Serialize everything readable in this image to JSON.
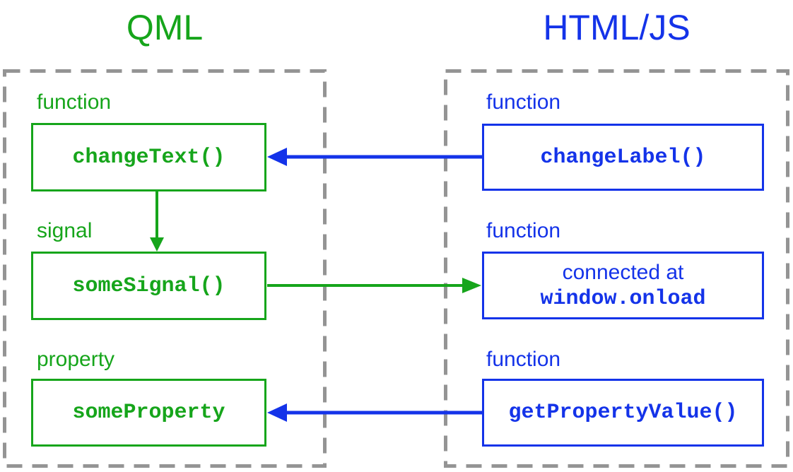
{
  "colors": {
    "green": "#16A51B",
    "blue": "#1433E9",
    "dash_gray": "#949494",
    "background": "#FFFFFF",
    "box_fill": "#FFFFFF"
  },
  "columns": {
    "qml": {
      "title": "QML",
      "rows": [
        {
          "label": "function",
          "box": "changeText()"
        },
        {
          "label": "signal",
          "box": "someSignal()"
        },
        {
          "label": "property",
          "box": "someProperty"
        }
      ]
    },
    "htmljs": {
      "title": "HTML/JS",
      "rows": [
        {
          "label": "function",
          "box": "changeLabel()"
        },
        {
          "label": "function",
          "box_line1": "connected at",
          "box_line2": "window.onload"
        },
        {
          "label": "function",
          "box": "getPropertyValue()"
        }
      ]
    }
  },
  "arrows": [
    {
      "from": "changeLabel()",
      "to": "changeText()",
      "color": "blue",
      "direction": "right-to-left"
    },
    {
      "from": "changeText()",
      "to": "someSignal()",
      "color": "green",
      "direction": "down"
    },
    {
      "from": "someSignal()",
      "to": "connected at window.onload",
      "color": "green",
      "direction": "left-to-right"
    },
    {
      "from": "getPropertyValue()",
      "to": "someProperty",
      "color": "blue",
      "direction": "right-to-left"
    }
  ]
}
